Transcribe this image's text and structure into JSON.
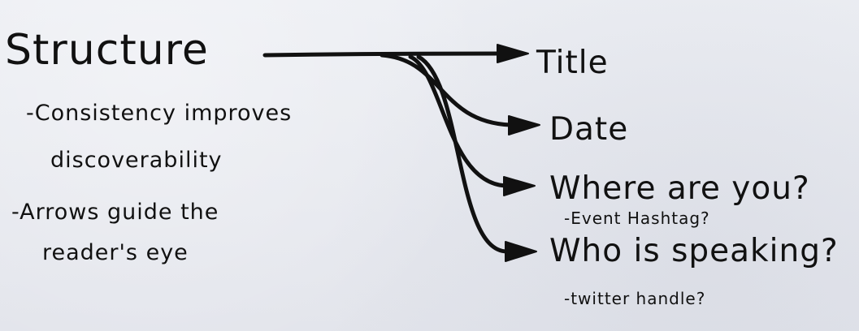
{
  "title": "Structure",
  "notes": [
    "-Consistency improves",
    "discoverability",
    "-Arrows guide the",
    "reader's eye"
  ],
  "targets": [
    {
      "label": "Title",
      "note": ""
    },
    {
      "label": "Date",
      "note": ""
    },
    {
      "label": "Where are you?",
      "note": "-Event Hashtag?"
    },
    {
      "label": "Who is speaking?",
      "note": "-twitter handle?"
    }
  ]
}
